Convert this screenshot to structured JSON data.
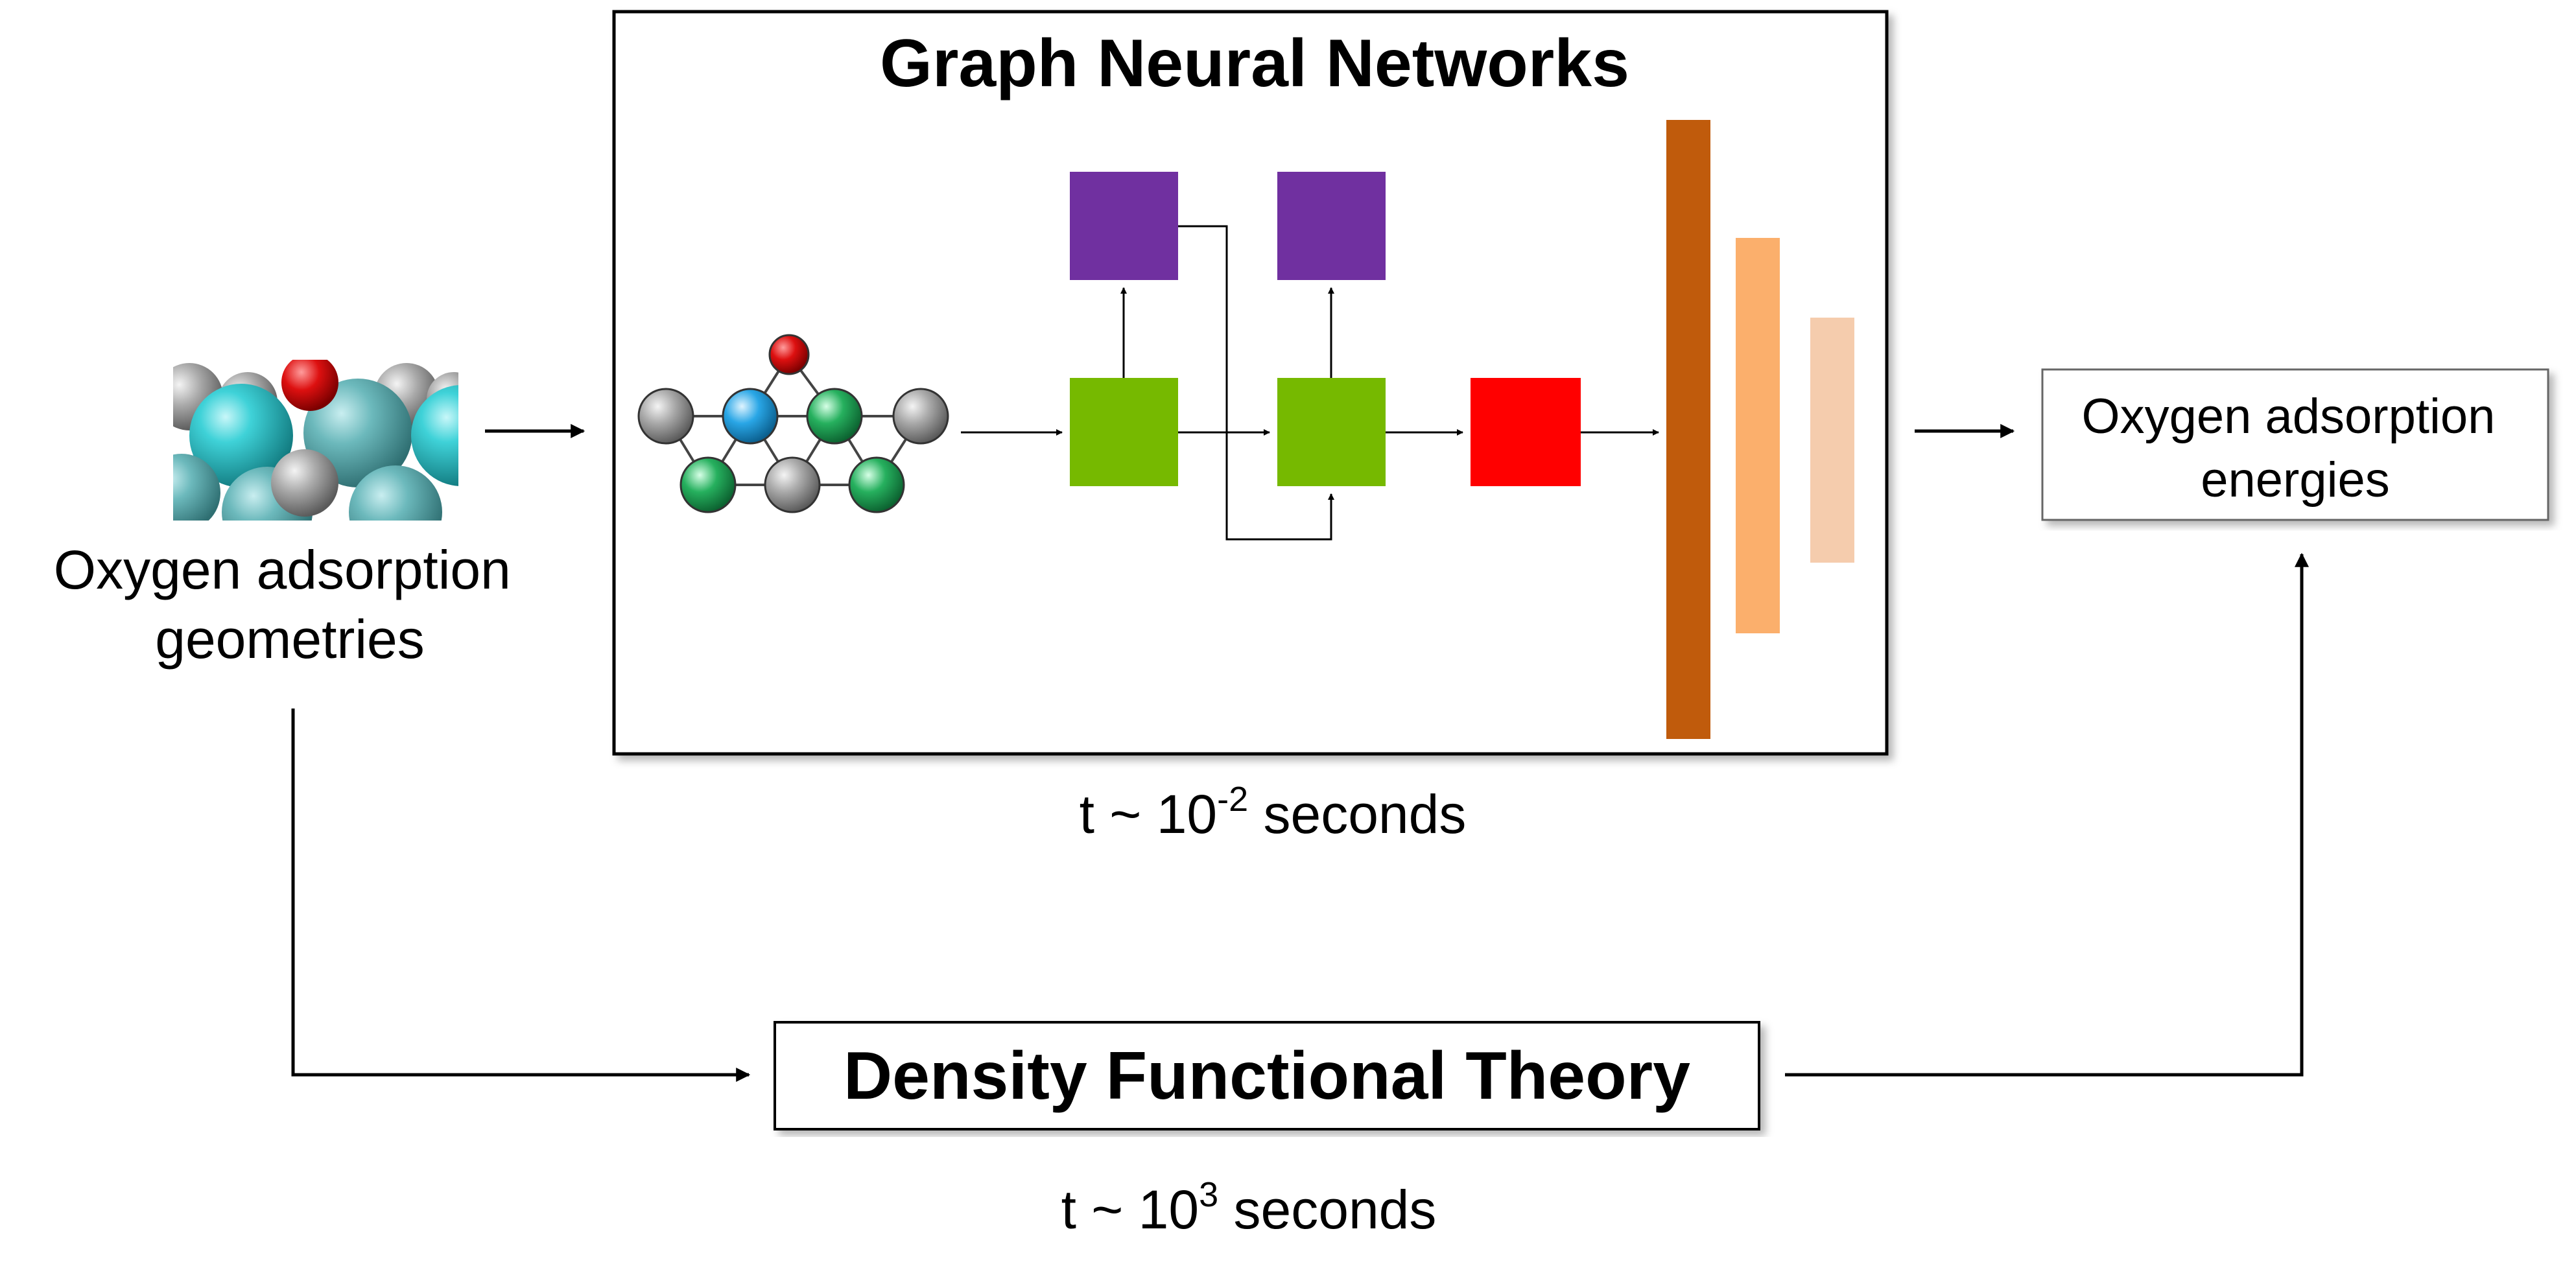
{
  "input": {
    "line1": "Oxygen adsorption",
    "line2": "geometries"
  },
  "gnn": {
    "title": "Graph Neural Networks",
    "time_prefix": "t ~ 10",
    "time_exponent": "-2",
    "time_suffix": " seconds"
  },
  "output": {
    "line1": "Oxygen adsorption",
    "line2": "energies"
  },
  "dft": {
    "title": "Density Functional Theory",
    "time_prefix": "t ~ 10",
    "time_exponent": "3",
    "time_suffix": " seconds"
  },
  "colors": {
    "message_block": "#7030a0",
    "update_block": "#76b900",
    "readout_block": "#ff0000",
    "dense_layer_1": "#c05b0c",
    "dense_layer_2": "#fbaf6c",
    "dense_layer_3": "#f5ccad",
    "atom_oxygen": "#e8151b",
    "atom_gray": "#9a9a9a",
    "atom_blue": "#29a6e6",
    "atom_green": "#26b05e",
    "slab_teal": "#3cc6cc"
  }
}
